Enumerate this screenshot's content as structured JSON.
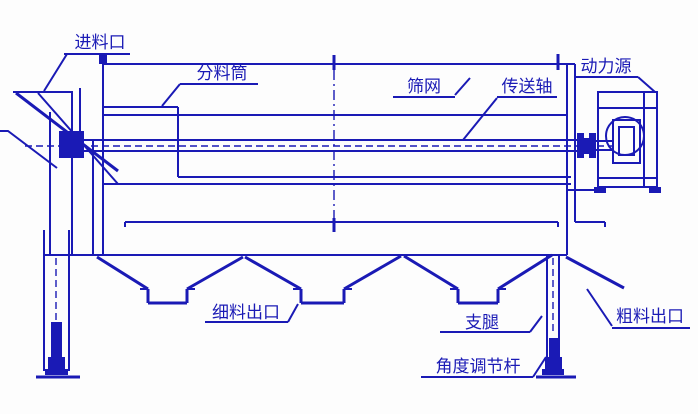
{
  "diagram": {
    "type": "engineering-drawing",
    "subject": "drum-screening-machine-side-view",
    "labels": {
      "feed_inlet": "进料口",
      "distribution_cylinder": "分料筒",
      "screen_mesh": "筛网",
      "transmission_shaft": "传送轴",
      "power_source": "动力源",
      "fine_outlet": "细料出口",
      "support_leg": "支腿",
      "coarse_outlet": "粗料出口",
      "angle_adjust_rod": "角度调节杆"
    },
    "colors": {
      "line": "#1a1ab5",
      "background": "#fdfdfd"
    }
  }
}
